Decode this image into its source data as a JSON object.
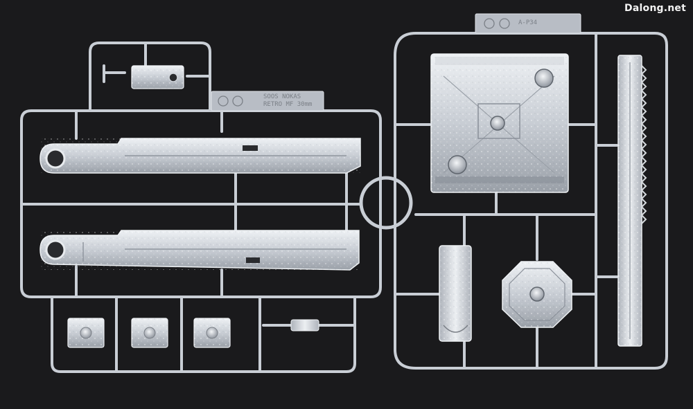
{
  "image": {
    "watermark": "Dalong.net",
    "tag_left_lines": [
      "SOOS NOKAS",
      "RETRO MF 30mm"
    ],
    "tag_right_text": "A-P34",
    "colors": {
      "background": "#1a1a1c",
      "plastic_light": "#dfe3e8",
      "plastic_mid": "#b9bec6",
      "plastic_dark": "#8a9099",
      "runner": "#c9ced5"
    }
  }
}
